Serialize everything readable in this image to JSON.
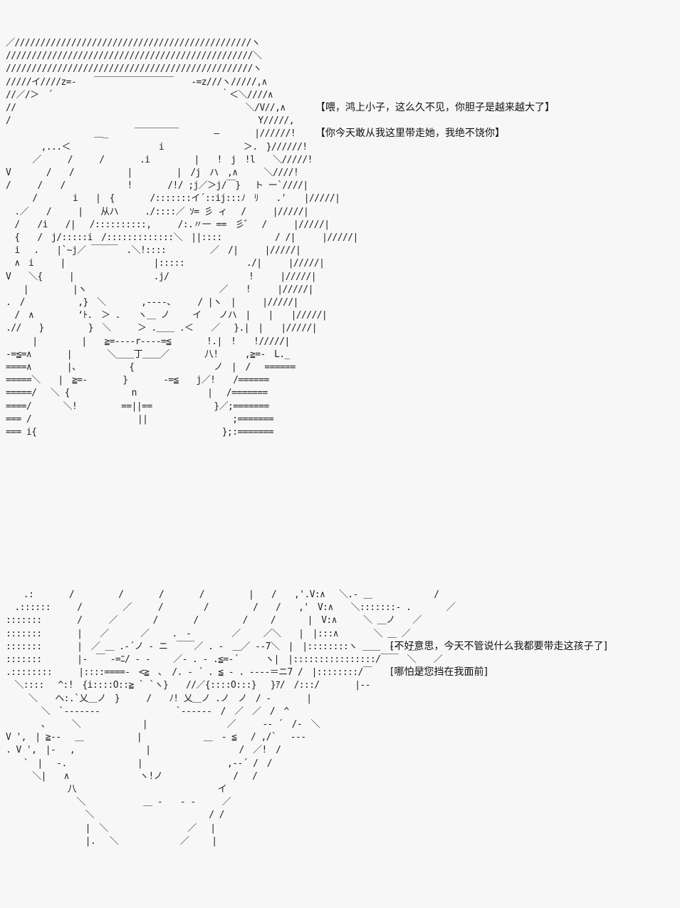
{
  "panel_top": {
    "art_lines": [
      "／//////////////////////////////////////////////ヽ",
      "////////////////////////////////////////////////＼",
      "////////////////////////////////////////////////ヽ",
      "/////イ////z=-　　￣￣￣￣￣￣￣￣￣　　-=z///ヽ/////,∧",
      "//／/＞　´　　　　　　　　　　　　　　　　　　　｀＜＼////∧",
      "//　　　　　　　　　　　　　　　　　　　　　　　　　　＼/V//,∧",
      "/　　　　　　　　　　　　　　　　　　　　　　　　　　　　Y/////,",
      "　　　　　　　　　　＿_　　　￣￣￣￣￣　　　　—　　　　|//////!",
      "　　　　,...＜　　　　　　　　　　i　　　　　　　　　＞.　}//////!",
      "　　　／　　　/　　　/　　　　.i　　　　　|　　!　j　!l　　＼/////!",
      "V　　　　/　　/　　　　　　|　　　　　|　/j　ハ　,∧　　　＼////!",
      "/　　　/　　/　　　　　　　!　　　　/!/ ;j／＞j/￣}　 ト ー`////|",
      "　　　/　　　　i　　|　{　　　　/:::::::イ´::ij:::ﾉ　ﾘ　　.'　　|/////|",
      "　.／　　/　　　|　　从ハ　　　./::::／ ｿ= 彡 ィ　 /　　　|/////|",
      "　/　　/i　　/|　 /::::::::::,　　　/:.〃一 ==　彡゛　/　　　|/////|",
      "　{　　/　j/:::::i　/:::::::::::::＼　||::::　　　　　　/ /|　　　|/////|",
      "　i　 .　　|`~j／ ￣￣￣　.＼!::::　　　　　／　/|　　　|/////|",
      "　∧　i　　　|　　　　　　　　　　|:::::　　　　　　　./|　　　|/////|",
      "V　　＼{　　　|　　　　　　　　　.j/　　　　　　　　　!　　　|/////|",
      "　　|　　　　　|ヽ　　　　　　　　　　　　　　　／　　!　　　|/////|",
      ".　/　　　　　　,}　＼　　　　,‐‐‐‐、　　　/ |ヽ　|　　　|/////|",
      "　/　∧　　　　　‘ﾄ.　＞ .　　ヽ＿ ノ　　 イ　　ノハ　|　　|　　|/////|",
      ".//　　}　　　　　}　＼　　　＞ .＿＿ .＜　　／　 }.|　|　　|/////|",
      "　　　|　　　　　|　　≧=‐‐‐‐r‐‐‐‐=≦　　　　!.|　!　　!/////|",
      "-=≦=∧　　　　|　　　　＼＿＿丁＿＿／　　　　八!　　　,≧=-　L._",
      "====∧　　　　|、　　　　　　{　　　　　　　　　ノ　|　/　 ======",
      "=====＼　　|　≧=-　　　　}　　　　-=≦　　j／!　　/======",
      "=====/　 ＼ {　　　　　　　n　　　　　　　　|　 /=======",
      "====/　　　 ＼!　　　　　==||==　　　　　　　}／;=======",
      "=== /　　　　　　　　　　　　||　　　　　　　　　 ;=======",
      "=== i{　　　　　　　　　　　　　　　　　　　　　};:======="
    ],
    "dialogue": [
      "【喂，鸿上小子，这么久不见，你胆子是越来越大了】",
      "【你今天敢从我这里带走她，我绝不饶你】"
    ]
  },
  "panel_bottom": {
    "art_lines": [
      "　　.:　　　　/　　　　　/　　　　/　　　　/　　　　　|　　/　　,'.V:∧　 ＼.- ＿　　　　　　　/",
      "　.::::::　　　/　　　　 ／　　　/　　　　 /　　　　　/　　/　　,'　V:∧　　＼:::::::‐ .　　　　／",
      ":::::::　　　　/　　　／　　　　/　　　　/　　　　　/　　 /　　　 |　V:∧　　　＼ ＿ノ　　／",
      ":::::::　　　　|　　／　　　 ／　　 .　‐　　　　 ／　　 ／＼　　|　|:::∧　　　　＼ ＿ ／",
      ":::::::　　　　|　／ ＿ .-´ノ ‐ ニ　￣￣／ . ‐　＿／ ‐‐7＼　|　|::::::::ヽ ＿＿　‐‐　＿",
      ":::::::　　　　|‐　￣ ‐=ﾆ/ ‐ ‐　　 ／‐ . ‐ .≦=‐´　　　ヽ|　|::::::::::::::::/￣￣　＼　　／",
      ".::::::::　　　|::::====-　<≧　、 /. ‐ ´ . ≦ ‐ . ‐‐‐‐＝ニ7 /　|::::::::/￣　　　　　／",
      "　＼::::　 ^:!　{i::::O::≧ ` `ヽ}　　//／{::::O:::}　 }ｱ/　/:::/　　　　|‐‐",
      "　　 ＼　　ヘ:.`乂＿ノ　}　　　/　　ﾉ! 乂＿ノ .ノ　ノ　/ ‐　　　　|",
      "　　　　＼　`‐‐‐‐‐‐‐　　　　　　　　 `‐‐‐‐‐‐　/　／　／　/　^",
      "　　　　、　　　＼　　　　　　　|　　　　　　　　　／　　　-‐ ´　/‐　＼",
      "V ',　| ≧-‐　 ＿　　　　　　|　　　　　　　＿　- ≦　 / ,/`　 ‐‐‐",
      ". V ',　|‐　 ,　　　　　　　　|　　　　　　　　　　/　／!　/",
      "　　`　|　 ‐.　　　　　　　　|　　　　　　　　　 ,‐‐´ /　/",
      "　　　＼|　　∧　　　　　　　　ヽ!ノ　　　　　　　　/　 /",
      "　　　　　　　八　　　　　　　　　　　　　　　　イ",
      "　　　　　　　　＼　　　　　　 ＿ ‐　　‐ ‐　　　／",
      "　　　　　　　　　＼　　　　　　　　　　　　　/ /",
      "　　　　　　　　　|　＼　　　　　　　　　／　 |",
      "　　　　　　　　　|.　 ＼　　　　　　　／　　 |"
    ],
    "dialogue": [
      "[不好意思，今天不管说什么我都要带走这孩子了]",
      "[哪怕是您挡在我面前]"
    ]
  }
}
